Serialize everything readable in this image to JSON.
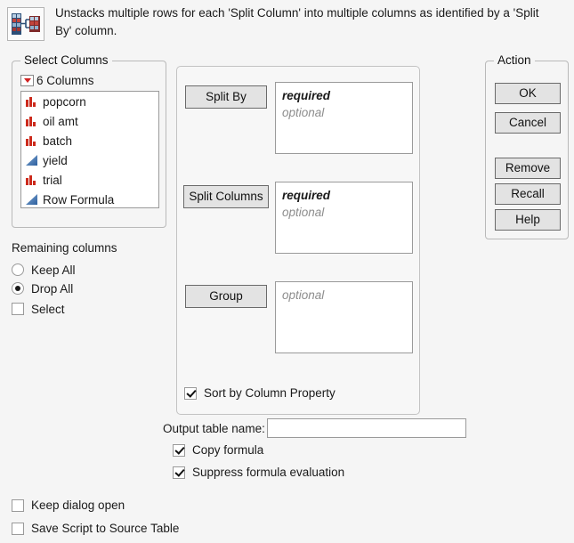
{
  "header": {
    "icon_name": "split-table-icon",
    "description": "Unstacks multiple rows for each 'Split Column' into multiple columns as identified by a 'Split By' column."
  },
  "select_columns": {
    "group_label": "Select Columns",
    "column_count_label": "6 Columns",
    "columns": [
      {
        "name": "popcorn",
        "type": "nominal"
      },
      {
        "name": "oil amt",
        "type": "nominal"
      },
      {
        "name": "batch",
        "type": "nominal"
      },
      {
        "name": "yield",
        "type": "continuous"
      },
      {
        "name": "trial",
        "type": "nominal"
      },
      {
        "name": "Row Formula",
        "type": "continuous"
      }
    ]
  },
  "remaining_columns": {
    "title": "Remaining columns",
    "keep_all_label": "Keep All",
    "keep_all_checked": false,
    "drop_all_label": "Drop All",
    "drop_all_checked": true,
    "select_label": "Select",
    "select_checked": false
  },
  "cast": {
    "split_by": {
      "button_label": "Split By",
      "required_text": "required",
      "optional_text": "optional",
      "value": ""
    },
    "split_columns": {
      "button_label": "Split Columns",
      "required_text": "required",
      "optional_text": "optional",
      "value": ""
    },
    "group": {
      "button_label": "Group",
      "optional_text": "optional",
      "value": ""
    },
    "sort_by_column_property": {
      "label": "Sort by Column Property",
      "checked": true
    }
  },
  "action": {
    "group_label": "Action",
    "ok_label": "OK",
    "cancel_label": "Cancel",
    "remove_label": "Remove",
    "recall_label": "Recall",
    "help_label": "Help"
  },
  "output": {
    "table_name_label": "Output table name:",
    "table_name_value": "",
    "table_name_placeholder": "",
    "copy_formula_label": "Copy formula",
    "copy_formula_checked": true,
    "suppress_eval_label": "Suppress formula evaluation",
    "suppress_eval_checked": true
  },
  "footer": {
    "keep_dialog_open_label": "Keep dialog open",
    "keep_dialog_open_checked": false,
    "save_script_label": "Save Script to Source Table",
    "save_script_checked": false
  },
  "colors": {
    "background": "#f5f5f5",
    "nominal_icon": "#cc2a1c",
    "continuous_icon": "#2d5f9e",
    "button_face": "#e3e3e3",
    "dropdown_arrow": "#d02020"
  }
}
